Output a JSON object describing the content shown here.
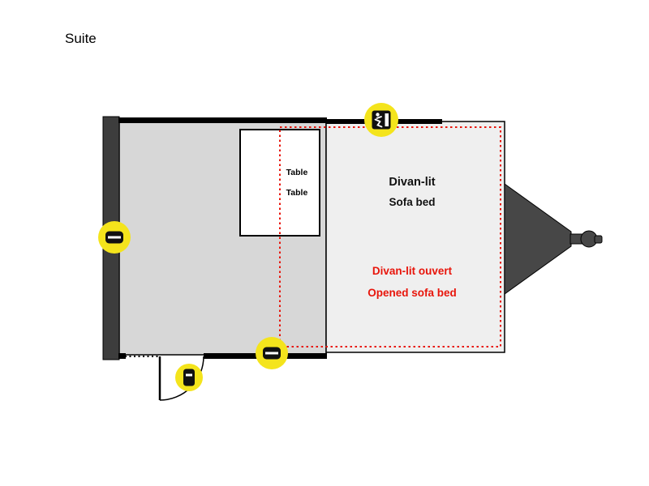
{
  "title": "Suite",
  "floorplan": {
    "table_label_1": "Table",
    "table_label_2": "Table",
    "sofa_label_fr": "Divan-lit",
    "sofa_label_en": "Sofa bed",
    "sofa_open_label_fr": "Divan-lit ouvert",
    "sofa_open_label_en": "Opened sofa bed"
  },
  "colors": {
    "body_fill": "#d7d7d7",
    "sofa_fill": "#efefef",
    "table_fill": "#ffffff",
    "wall_dark": "#3d3d3d",
    "tongue_fill": "#474747",
    "accent_yellow": "#f4e41c",
    "accent_red": "#e8150b",
    "icon_glyph": "#111111",
    "label_black": "#111111"
  },
  "icons": {
    "exit": "emergency-exit-icon",
    "window": "window-icon",
    "door": "door-icon"
  }
}
